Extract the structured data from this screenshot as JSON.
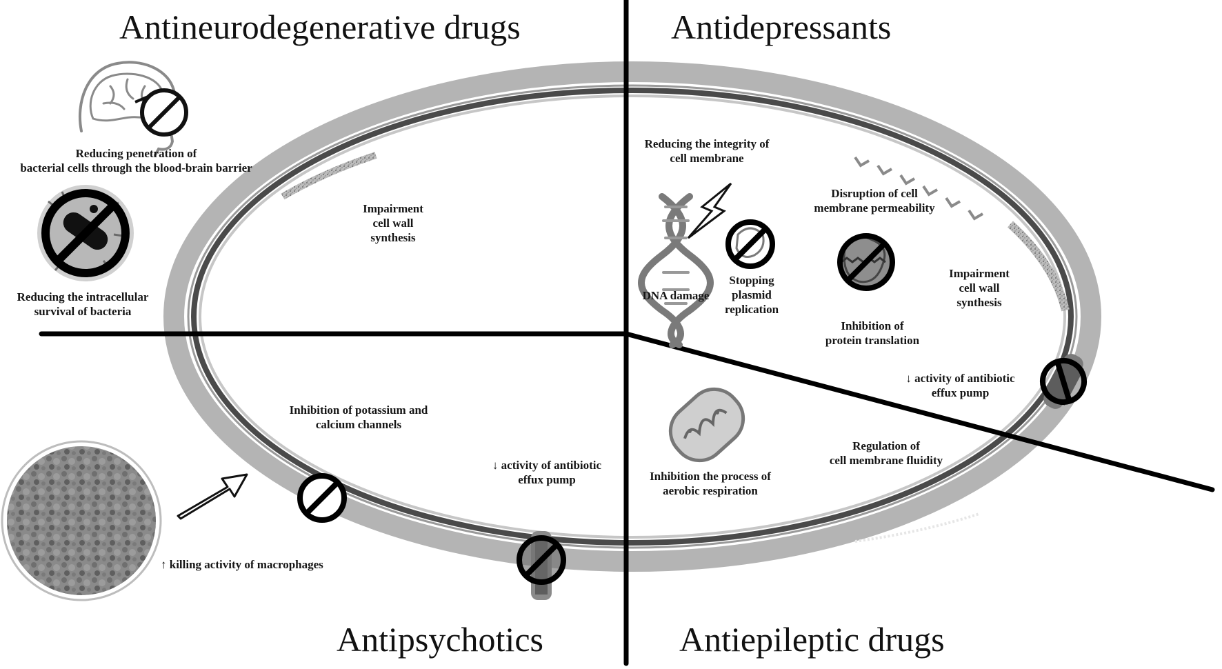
{
  "quadrants": {
    "top_left": {
      "title": "Antineurodegenerative drugs"
    },
    "top_right": {
      "title": "Antidepressants"
    },
    "bottom_left": {
      "title": "Antipsychotics"
    },
    "bottom_right": {
      "title": "Antiepileptic drugs"
    }
  },
  "labels": {
    "bbb": [
      "Reducing penetration of",
      "bacterial cells through the blood-brain barrier"
    ],
    "intracellular": [
      "Reducing the intracellular",
      "survival of bacteria"
    ],
    "impair_left": [
      "Impairment",
      "cell wall",
      "synthesis"
    ],
    "membrane_integrity": [
      "Reducing the integrity of",
      "cell membrane"
    ],
    "permeability": [
      "Disruption of cell",
      "membrane permeability"
    ],
    "dna_damage": [
      "DNA damage"
    ],
    "plasmid": [
      "Stopping",
      "plasmid",
      "replication"
    ],
    "impair_right": [
      "Impairment",
      "cell wall",
      "synthesis"
    ],
    "protein": [
      "Inhibition of",
      "protein translation"
    ],
    "efflux_right": [
      "↓ activity of antibiotic",
      "effux pump"
    ],
    "channels": [
      "Inhibition of potassium and",
      "calcium channels"
    ],
    "efflux_left": [
      "↓ activity of antibiotic",
      "effux pump"
    ],
    "macrophages": [
      "↑ killing activity of macrophages"
    ],
    "fluidity": [
      "Regulation of",
      "cell membrane fluidity"
    ],
    "respiration": [
      "Inhibition the process of",
      "aerobic respiration"
    ]
  },
  "icons": [
    "brain-head-icon",
    "no-sign-icon",
    "bacterium-in-cell-icon",
    "dna-icon",
    "lightning-icon",
    "plasmid-icon",
    "ribosome-icon",
    "efflux-pump-icon",
    "ion-channel-icon",
    "macrophage-icon",
    "arrow-icon",
    "mitochondrion-icon"
  ],
  "colors": {
    "outer_wall": "#b4b4b4",
    "membrane": "#4a4a4a",
    "divider": "#000000",
    "icon_gray": "#7a7a7a"
  }
}
